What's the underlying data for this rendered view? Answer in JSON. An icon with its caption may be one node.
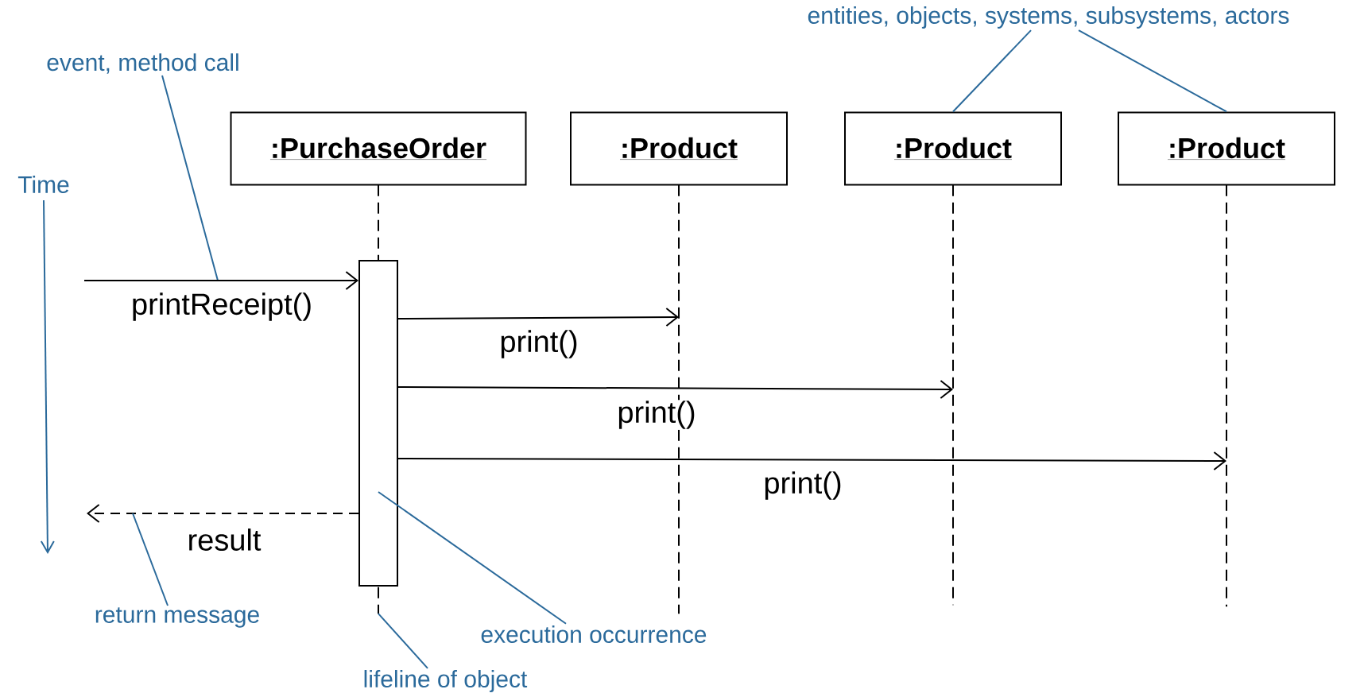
{
  "diagram": {
    "nodes": [
      {
        "text": [
          "entities, objects, systems, subsystems, actors"
        ]
      },
      {
        "text": [
          "event, method call"
        ]
      },
      {
        "text": [
          ":PurchaseOrder"
        ]
      },
      {
        "text": [
          ":Product"
        ]
      },
      {
        "text": [
          ":Product"
        ]
      },
      {
        "text": [
          ":Product"
        ]
      },
      {
        "text": [],
        "shape": "bar"
      },
      {
        "text": [],
        "shape": "line"
      },
      {
        "text": [],
        "shape": "line"
      },
      {
        "text": [],
        "shape": "line"
      },
      {
        "text": [],
        "shape": "line"
      },
      {
        "text": [
          "return message"
        ]
      },
      {
        "text": [
          "execution occurrence"
        ]
      },
      {
        "text": [
          "lifeline of object"
        ]
      }
    ],
    "edges": [
      {
        "from": 0,
        "to": 4,
        "arrow": "none"
      },
      {
        "from": 0,
        "to": 5,
        "arrow": "none"
      },
      {
        "from": 1,
        "to": null,
        "arrow": "none"
      },
      {
        "from": null,
        "to": 6,
        "arrow": "to",
        "label": "printReceipt()",
        "color": "#000000"
      },
      {
        "from": 6,
        "to": 8,
        "arrow": "to",
        "label": "print()",
        "color": "#000000"
      },
      {
        "from": 6,
        "to": 9,
        "arrow": "to",
        "label": "print()",
        "color": "#000000"
      },
      {
        "from": 6,
        "to": 10,
        "arrow": "to",
        "label": "print()",
        "color": "#000000"
      },
      {
        "from": 6,
        "to": null,
        "arrow": "to",
        "label": "result",
        "style": "dashed",
        "color": "#000000"
      },
      {
        "from": 11,
        "to": null,
        "arrow": "none"
      },
      {
        "from": 12,
        "to": 6,
        "arrow": "none"
      },
      {
        "from": 13,
        "to": 7,
        "arrow": "none"
      }
    ],
    "labels": [
      "Time"
    ]
  }
}
